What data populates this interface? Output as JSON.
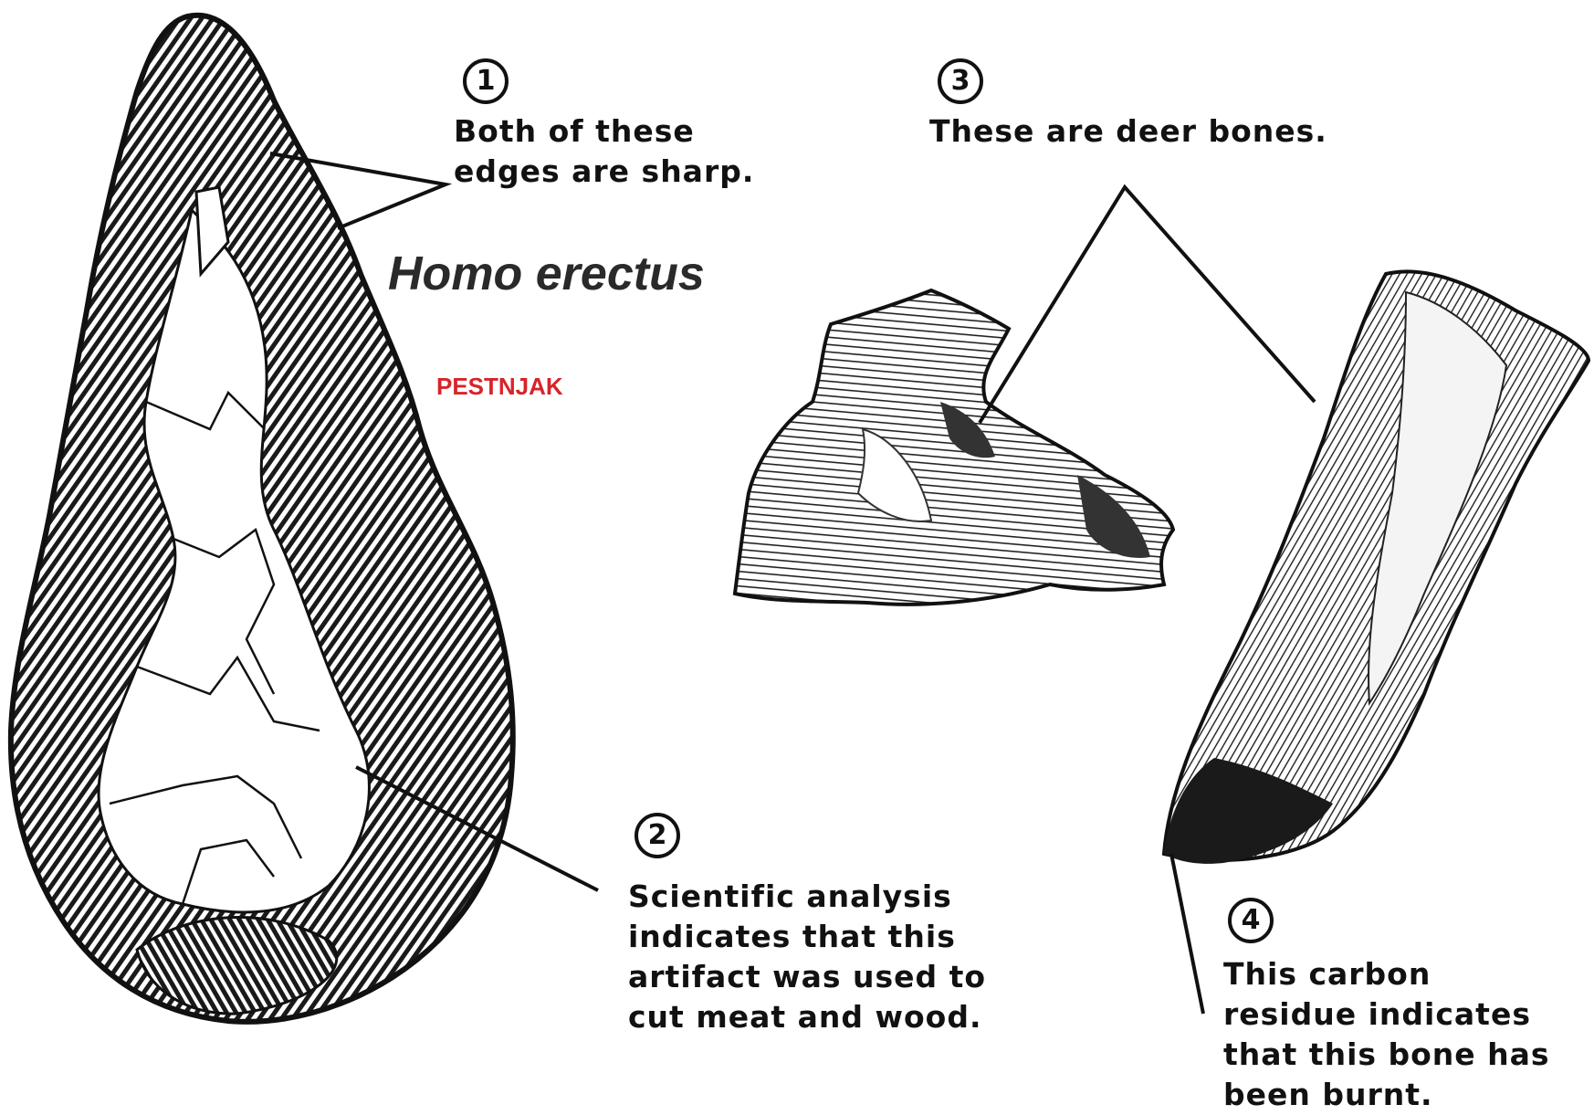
{
  "title": "Homo erectus",
  "watermark": "PESTNJAK",
  "callouts": [
    {
      "number": "1",
      "lines": [
        "Both of these",
        "edges are sharp."
      ]
    },
    {
      "number": "2",
      "lines": [
        "Scientific analysis",
        "indicates that this",
        "artifact was used to",
        "cut meat and wood."
      ]
    },
    {
      "number": "3",
      "lines": [
        "These are deer bones."
      ]
    },
    {
      "number": "4",
      "lines": [
        "This carbon",
        "residue indicates",
        "that this bone has",
        "been burnt."
      ]
    }
  ],
  "colors": {
    "ink": "#111111",
    "watermark": "#d8232a",
    "paper": "#ffffff"
  }
}
